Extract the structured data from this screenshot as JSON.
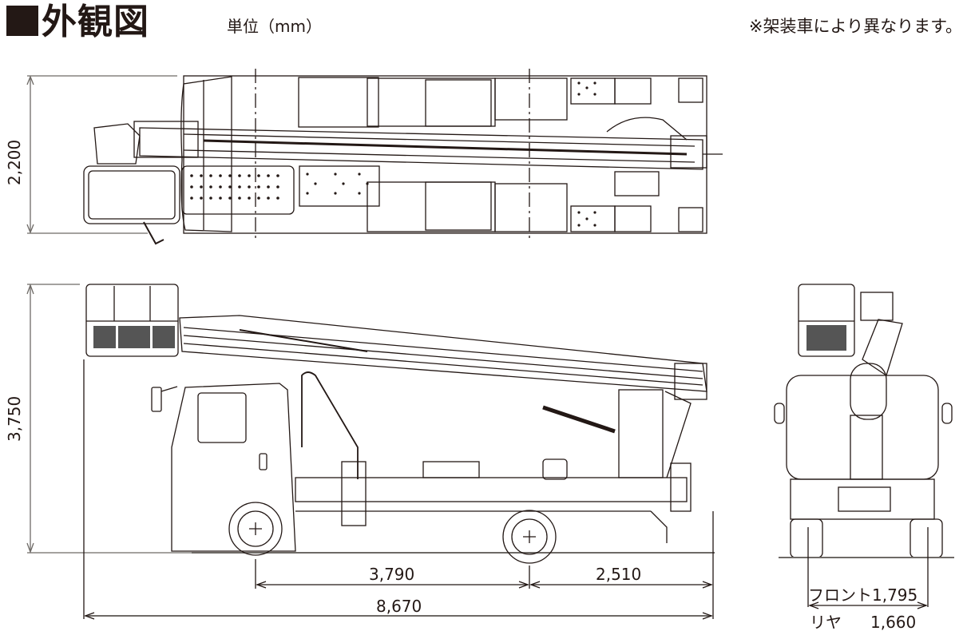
{
  "header": {
    "title": "外観図",
    "unit": "単位（mm）",
    "note": "※架装車により異なります。"
  },
  "dimensions": {
    "top_view_width": "2,200",
    "side_view_height": "3,750",
    "wheelbase": "3,790",
    "rear_overhang": "2,510",
    "overall_length": "8,670",
    "front_track_label": "フロント",
    "front_track": "1,795",
    "rear_track_label": "リヤ",
    "rear_track": "1,660"
  },
  "colors": {
    "ink": "#231815",
    "dim_line": "#6e6a66"
  }
}
